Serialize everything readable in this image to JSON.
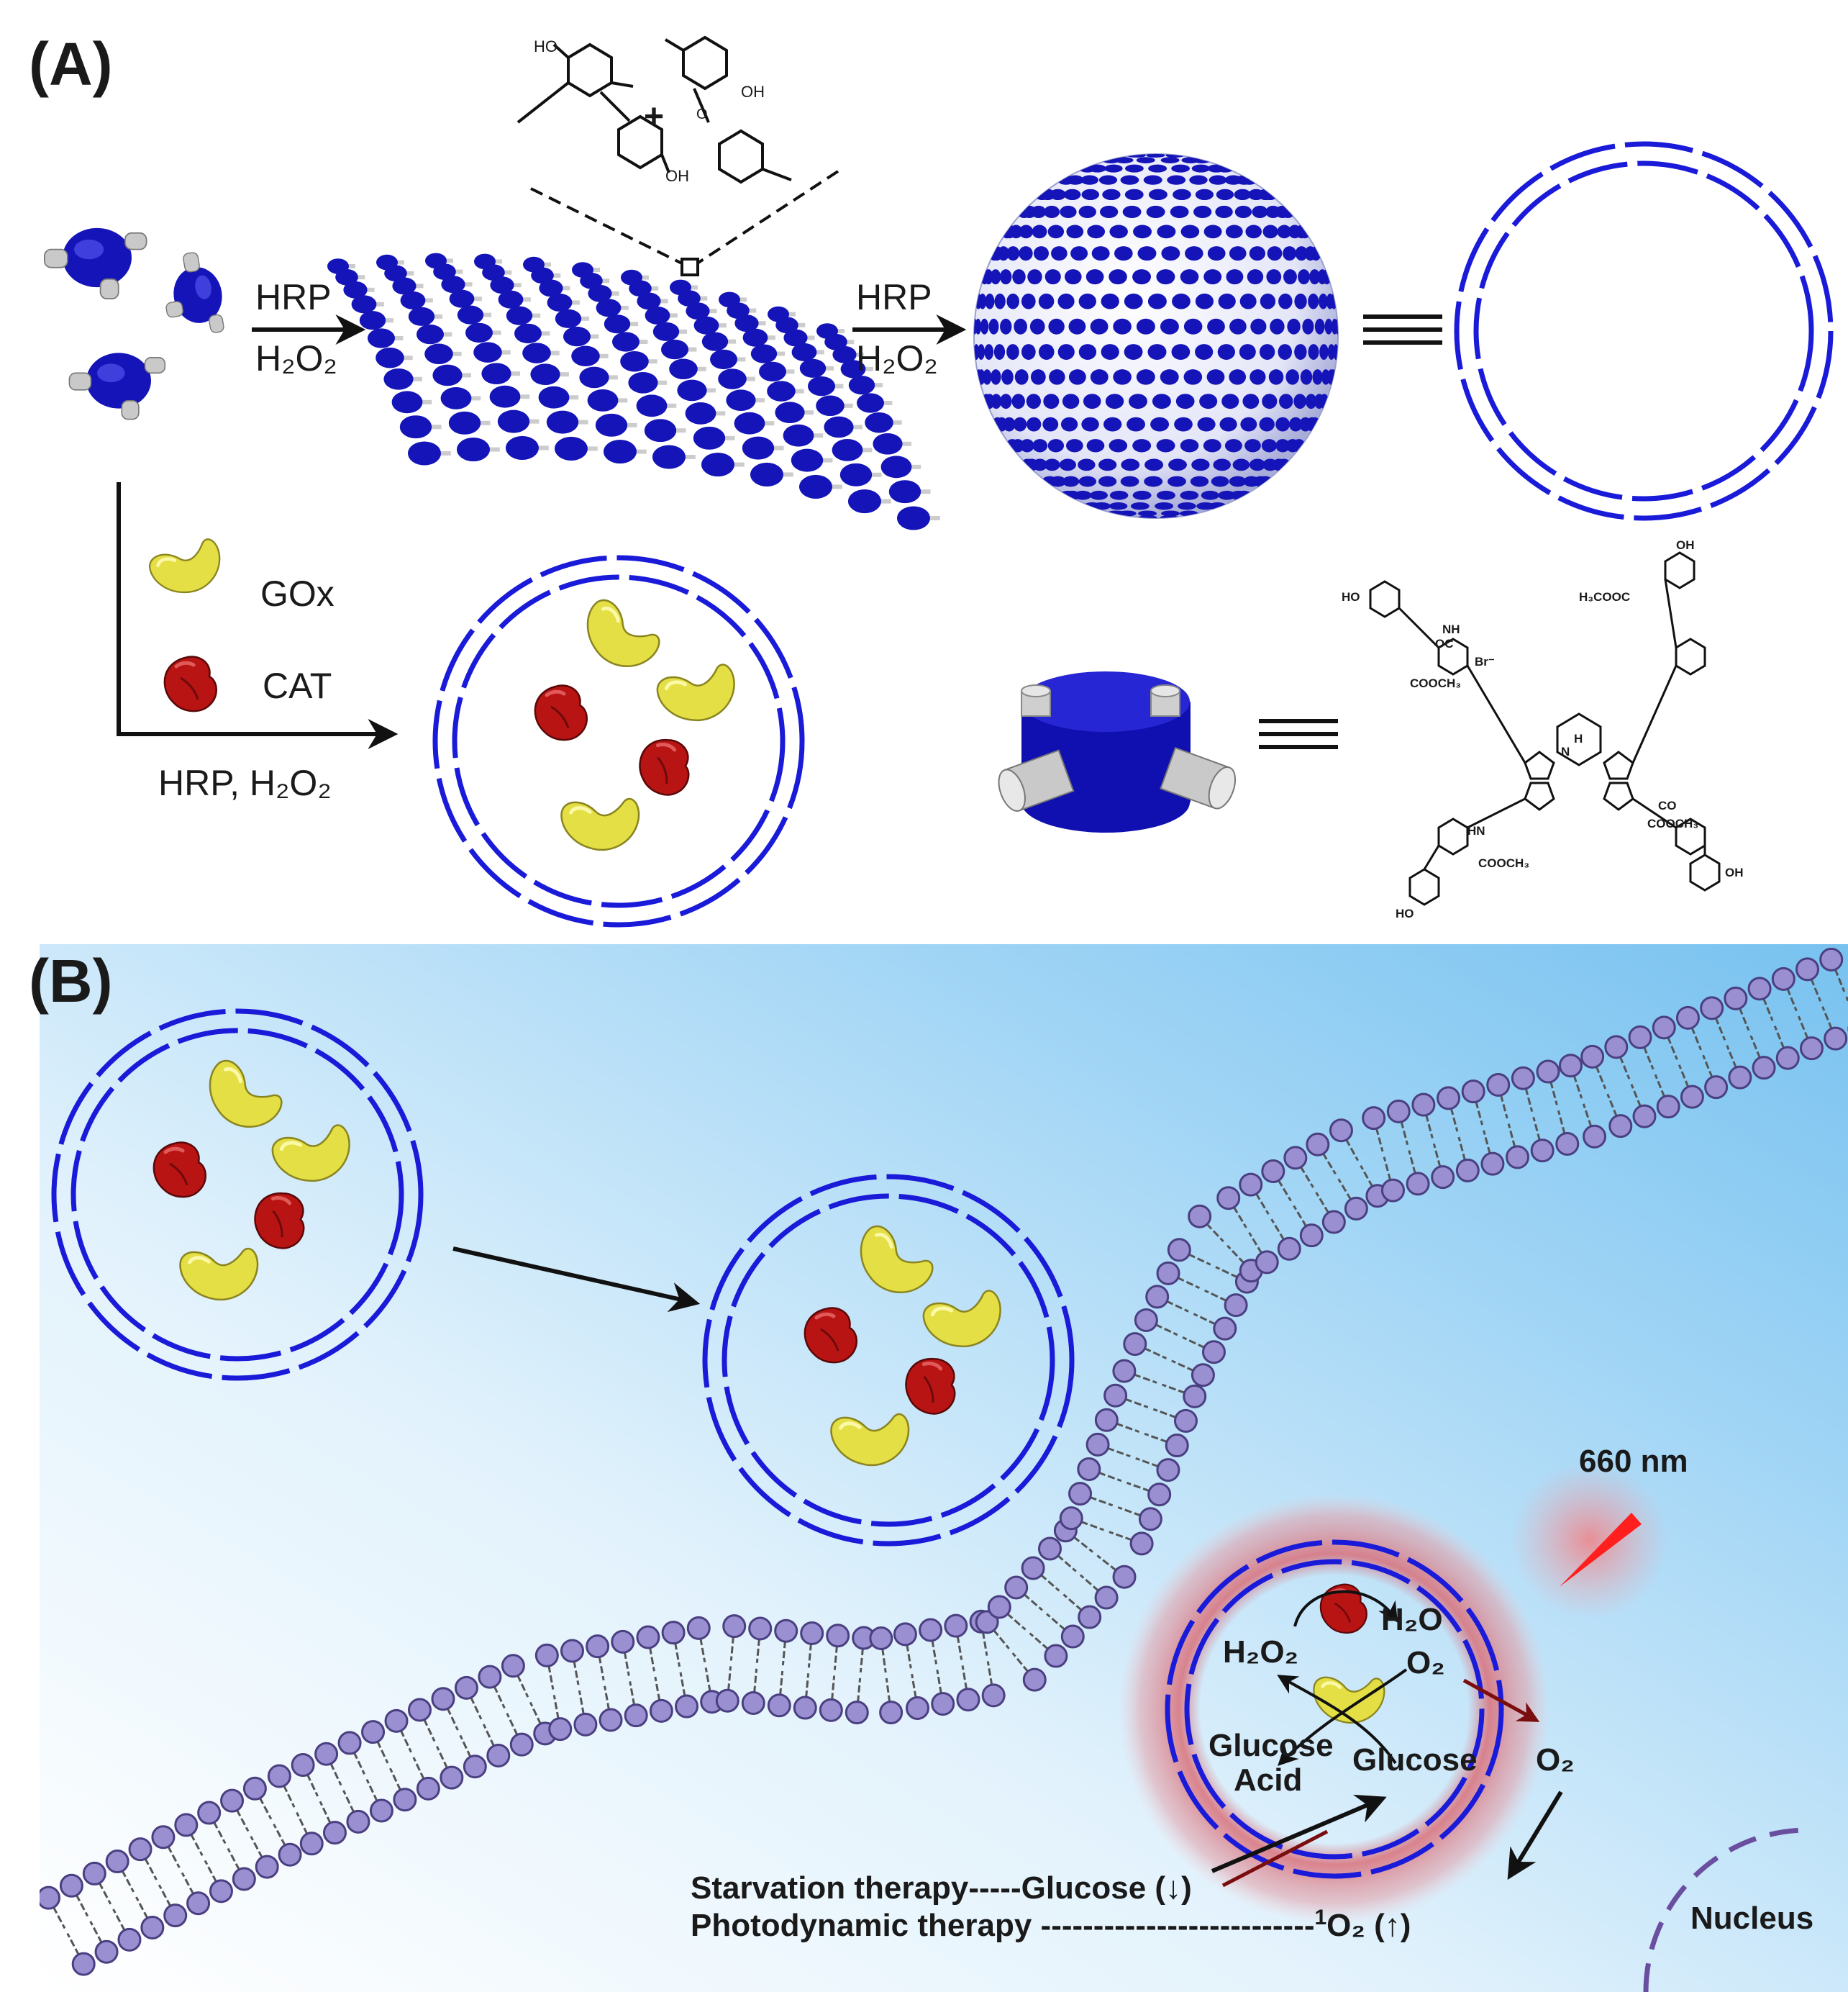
{
  "panel_a": {
    "label": "(A)",
    "step1": {
      "top": "HRP",
      "bottom": "H₂O₂"
    },
    "step2": {
      "top": "HRP",
      "bottom": "H₂O₂"
    },
    "encapsulation": "HRP, H₂O₂",
    "legend": {
      "gox": "GOx",
      "cat": "CAT"
    },
    "crosslink_chem": {
      "oh_1": "HO",
      "oh_2": "OH",
      "oh_3": "OH",
      "plus": "+",
      "o": "O"
    },
    "porphyrin_chem": {
      "oh_tl": "HO",
      "oh_tr": "OH",
      "oh_bl": "HO",
      "oh_br": "OH",
      "ester_tr": "H₃COOC",
      "ester_tl": "COOCH₃",
      "ester_bl": "COOCH₃",
      "ester_br": "COOCH₃",
      "nh": "NH",
      "hn": "HN",
      "oc": "OC",
      "co": "CO",
      "br": "Br⁻",
      "n": "N",
      "h": "H"
    }
  },
  "panel_b": {
    "label": "(B)",
    "light": "660 nm",
    "reaction": {
      "h2o": "H₂O",
      "h2o2": "H₂O₂",
      "o2_inside": "O₂",
      "o2_outside": "O₂",
      "glucose_acid_1": "Glucose",
      "glucose_acid_2": "Acid",
      "glucose": "Glucose"
    },
    "starvation": {
      "prefix": "Starvation therapy-----Glucose (",
      "arrow": "↓",
      "suffix": ")"
    },
    "photodynamic": {
      "prefix": "Photodynamic therapy --------------------------",
      "sup": "1",
      "species": "O₂ (",
      "arrow": "↑",
      "suffix": ")"
    },
    "nucleus": "Nucleus"
  },
  "colors": {
    "shell": "#1a1ad9",
    "monomer": "#1414b8",
    "gox": "#e3df45",
    "cat": "#b81414",
    "lipid_head": "#9a8fd0",
    "cell_bg": "#8ccbf2",
    "glow": "#d9707a",
    "laser": "#ff1f1f"
  }
}
